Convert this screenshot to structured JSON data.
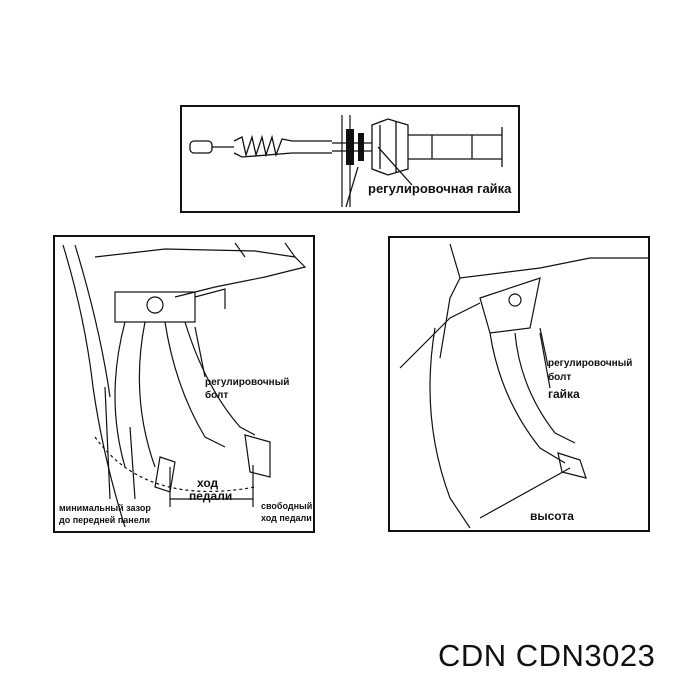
{
  "top_panel": {
    "adjusting_nut_label": "регулировочная гайка"
  },
  "left_panel": {
    "adjusting_bolt_label_1": "регулировочный",
    "adjusting_bolt_label_2": "болт",
    "pedal_travel_label_1": "ход",
    "pedal_travel_label_2": "педали",
    "min_clearance_label_1": "минимальный зазор",
    "min_clearance_label_2": "до передней панели",
    "free_play_label_1": "свободный",
    "free_play_label_2": "ход педали"
  },
  "right_panel": {
    "adjusting_bolt_label_1": "регулировочный",
    "adjusting_bolt_label_2": "болт",
    "nut_label": "гайка",
    "height_label": "высота"
  },
  "footer": {
    "brand_part": "CDN CDN3023"
  }
}
